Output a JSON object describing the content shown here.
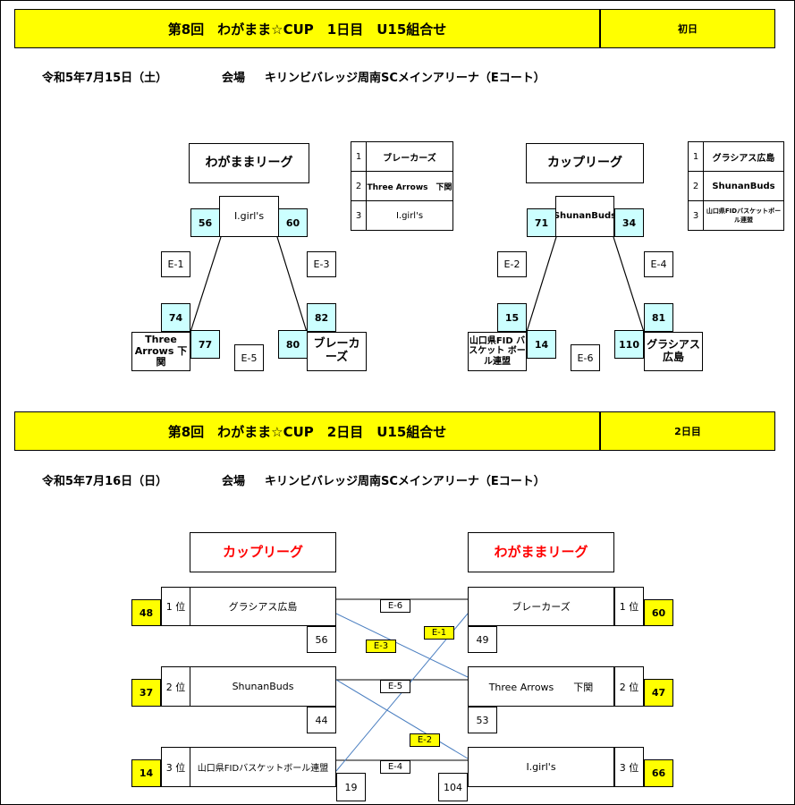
{
  "day1": {
    "title": "第8回　わがまま☆CUP　1日目　U15組合せ",
    "day": "初日",
    "date": "令和5年7月15日（土）",
    "venue_label": "会場",
    "venue": "キリンビバレッジ周南SCメインアリーナ（Eコート）",
    "league_a": {
      "name": "わがままリーグ",
      "teams": [
        {
          "rank": "1",
          "name": "ブレーカーズ"
        },
        {
          "rank": "2",
          "name": "Three Arrows　下関"
        },
        {
          "rank": "3",
          "name": "I.girl's"
        }
      ],
      "top": "I.girl's",
      "left": "Three Arrows 下関",
      "right": "ブレーカーズ",
      "court_left": "E-1",
      "court_right": "E-3",
      "court_bottom": "E-5",
      "score_top_left": "56",
      "score_top_right": "60",
      "score_left_upper": "74",
      "score_left_inner": "77",
      "score_right_upper": "82",
      "score_right_inner": "80"
    },
    "league_b": {
      "name": "カップリーグ",
      "teams": [
        {
          "rank": "1",
          "name": "グラシアス広島"
        },
        {
          "rank": "2",
          "name": "ShunanBuds"
        },
        {
          "rank": "3",
          "name": "山口県FIDバスケットボール連盟"
        }
      ],
      "top": "ShunanBuds",
      "left": "山口県FID バスケット ボール連盟",
      "right": "グラシアス 広島",
      "court_left": "E-2",
      "court_right": "E-4",
      "court_bottom": "E-6",
      "score_top_left": "71",
      "score_top_right": "34",
      "score_left_upper": "15",
      "score_left_inner": "14",
      "score_right_upper": "81",
      "score_right_inner": "110"
    }
  },
  "day2": {
    "title": "第8回　わがまま☆CUP　2日目　U15組合せ",
    "day": "2日目",
    "date": "令和5年7月16日（日）",
    "venue_label": "会場",
    "venue": "キリンビバレッジ周南SCメインアリーナ（Eコート）",
    "left_league": "カップリーグ",
    "right_league": "わがままリーグ",
    "left_rows": [
      {
        "rank": "1 位",
        "team": "グラシアス広島",
        "score": "56",
        "outer": "48"
      },
      {
        "rank": "2 位",
        "team": "ShunanBuds",
        "score": "44",
        "outer": "37"
      },
      {
        "rank": "3 位",
        "team": "山口県FIDバスケットボール連盟",
        "score": "19",
        "outer": "14"
      }
    ],
    "right_rows": [
      {
        "rank": "1 位",
        "team": "ブレーカーズ",
        "score": "49",
        "outer": "60"
      },
      {
        "rank": "2 位",
        "team": "Three Arrows　　下関",
        "score": "53",
        "outer": "47"
      },
      {
        "rank": "3 位",
        "team": "I.girl's",
        "score": "104",
        "outer": "66"
      }
    ],
    "courts": {
      "e6": "E-6",
      "e5": "E-5",
      "e4": "E-4",
      "e1": "E-1",
      "e3": "E-3",
      "e2": "E-2"
    }
  }
}
